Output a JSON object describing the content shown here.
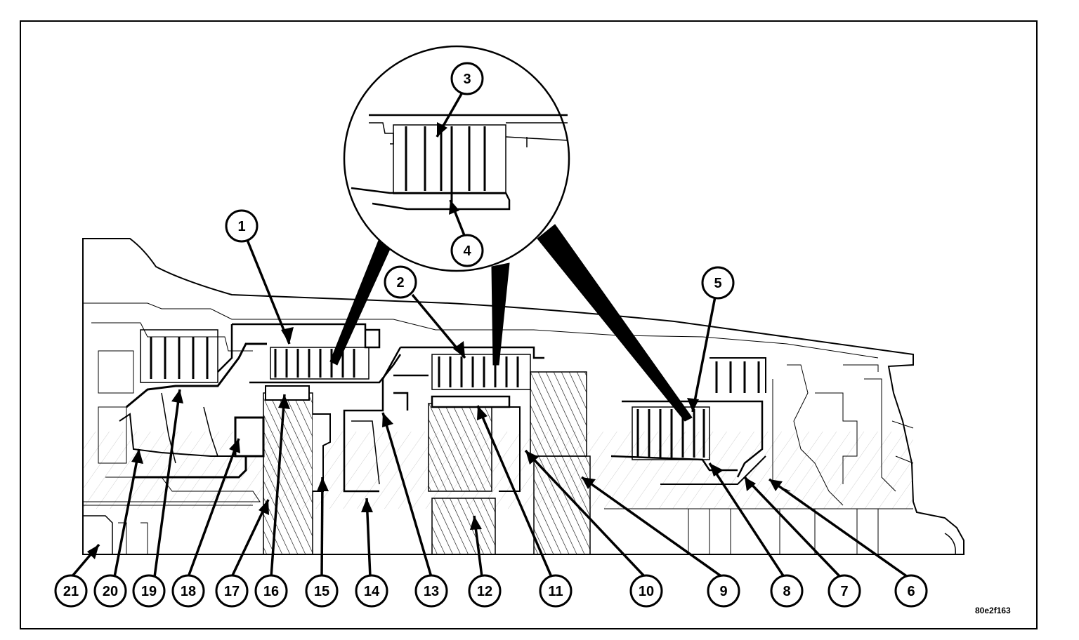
{
  "figure": {
    "figure_id": "80e2f163",
    "callouts": [
      "1",
      "2",
      "3",
      "4",
      "5",
      "6",
      "7",
      "8",
      "9",
      "10",
      "11",
      "12",
      "13",
      "14",
      "15",
      "16",
      "17",
      "18",
      "19",
      "20",
      "21"
    ]
  }
}
